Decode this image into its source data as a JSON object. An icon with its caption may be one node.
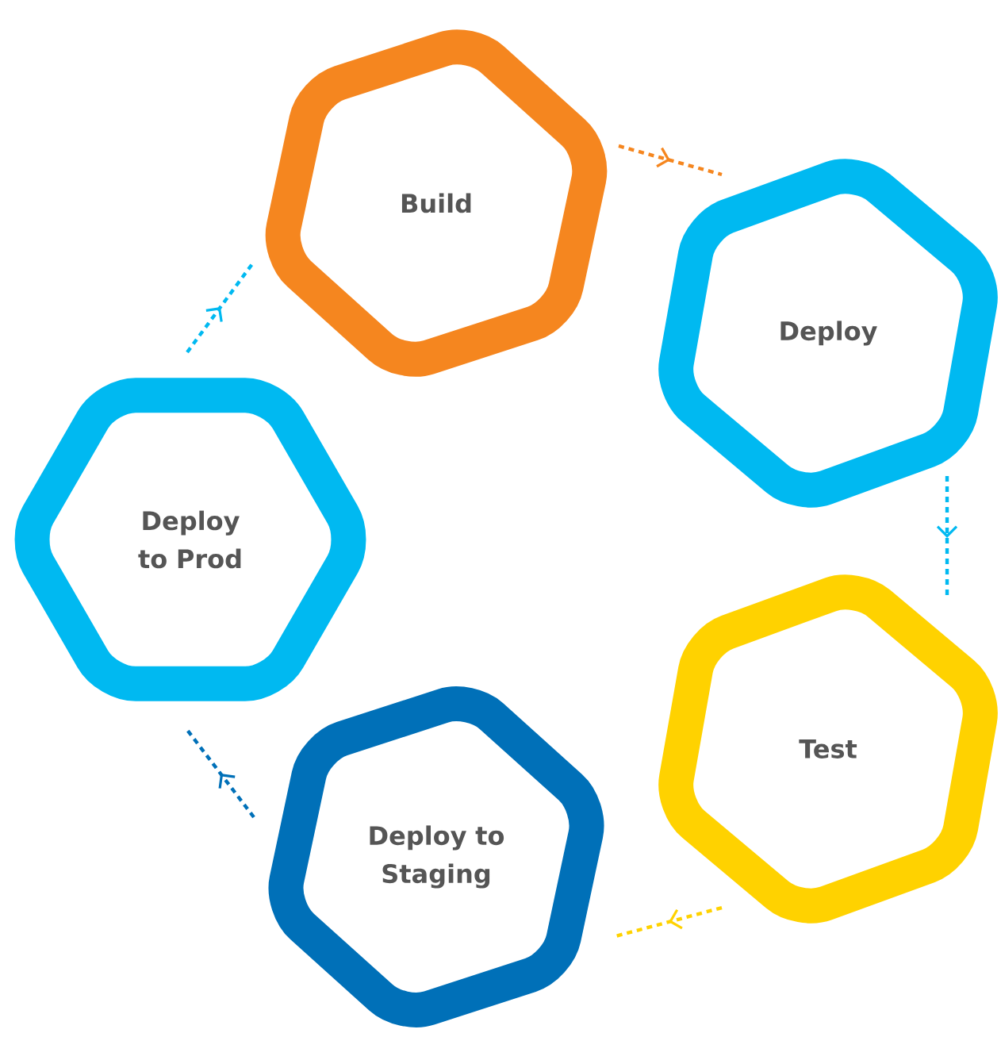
{
  "diagram": {
    "nodes": [
      {
        "text": [
          "Build"
        ]
      },
      {
        "text": [
          "Deploy"
        ]
      },
      {
        "text": [
          "Test"
        ]
      },
      {
        "text": [
          "Deploy to Staging"
        ]
      },
      {
        "text": [
          "Deploy to Prod"
        ]
      }
    ],
    "edges": [
      {
        "from": 0,
        "to": 1,
        "arrow": "to",
        "style": "dashed",
        "color": "#f5861f"
      },
      {
        "from": 1,
        "to": 2,
        "arrow": "to",
        "style": "dashed"
      },
      {
        "from": 2,
        "to": 3,
        "arrow": "to",
        "style": "dashed",
        "color": "#ffd200"
      },
      {
        "from": 3,
        "to": 4,
        "arrow": "to",
        "style": "dashed",
        "color": "#0070b8"
      },
      {
        "from": 4,
        "to": 0,
        "arrow": "to",
        "style": "dashed"
      }
    ]
  }
}
